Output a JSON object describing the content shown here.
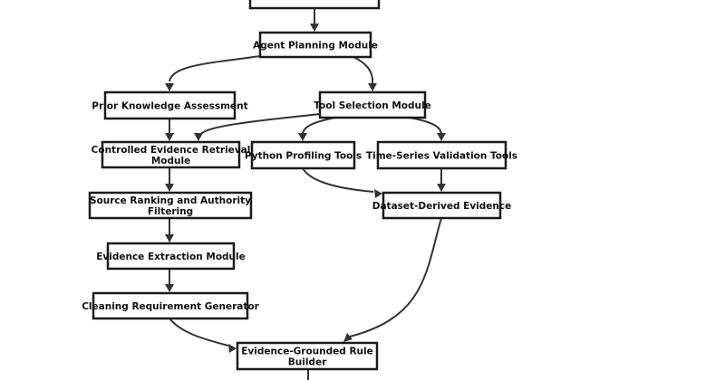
{
  "nodes": [
    {
      "id": "top",
      "label": []
    },
    {
      "id": "agent_planning",
      "label": [
        "Agent Planning Module"
      ]
    },
    {
      "id": "prior_knowledge",
      "label": [
        "Prior Knowledge Assessment"
      ]
    },
    {
      "id": "tool_selection",
      "label": [
        "Tool Selection Module"
      ]
    },
    {
      "id": "controlled_retrieval",
      "label": [
        "Controlled Evidence Retrieval",
        "Module"
      ]
    },
    {
      "id": "python_profiling",
      "label": [
        "Python Profiling Tools"
      ]
    },
    {
      "id": "timeseries_validation",
      "label": [
        "Time-Series Validation Tools"
      ]
    },
    {
      "id": "source_ranking",
      "label": [
        "Source Ranking and Authority",
        "Filtering"
      ]
    },
    {
      "id": "dataset_evidence",
      "label": [
        "Dataset-Derived Evidence"
      ]
    },
    {
      "id": "evidence_extraction",
      "label": [
        "Evidence Extraction Module"
      ]
    },
    {
      "id": "cleaning_requirement",
      "label": [
        "Cleaning Requirement Generator"
      ]
    },
    {
      "id": "rule_builder",
      "label": [
        "Evidence-Grounded Rule",
        "Builder"
      ]
    }
  ],
  "edges": [
    {
      "from": "top",
      "to": "agent_planning"
    },
    {
      "from": "agent_planning",
      "to": "prior_knowledge"
    },
    {
      "from": "agent_planning",
      "to": "tool_selection"
    },
    {
      "from": "prior_knowledge",
      "to": "controlled_retrieval"
    },
    {
      "from": "tool_selection",
      "to": "controlled_retrieval"
    },
    {
      "from": "tool_selection",
      "to": "python_profiling"
    },
    {
      "from": "tool_selection",
      "to": "timeseries_validation"
    },
    {
      "from": "controlled_retrieval",
      "to": "source_ranking"
    },
    {
      "from": "python_profiling",
      "to": "dataset_evidence"
    },
    {
      "from": "timeseries_validation",
      "to": "dataset_evidence"
    },
    {
      "from": "source_ranking",
      "to": "evidence_extraction"
    },
    {
      "from": "evidence_extraction",
      "to": "cleaning_requirement"
    },
    {
      "from": "cleaning_requirement",
      "to": "rule_builder"
    },
    {
      "from": "dataset_evidence",
      "to": "rule_builder"
    },
    {
      "from": "rule_builder",
      "to": ""
    }
  ]
}
